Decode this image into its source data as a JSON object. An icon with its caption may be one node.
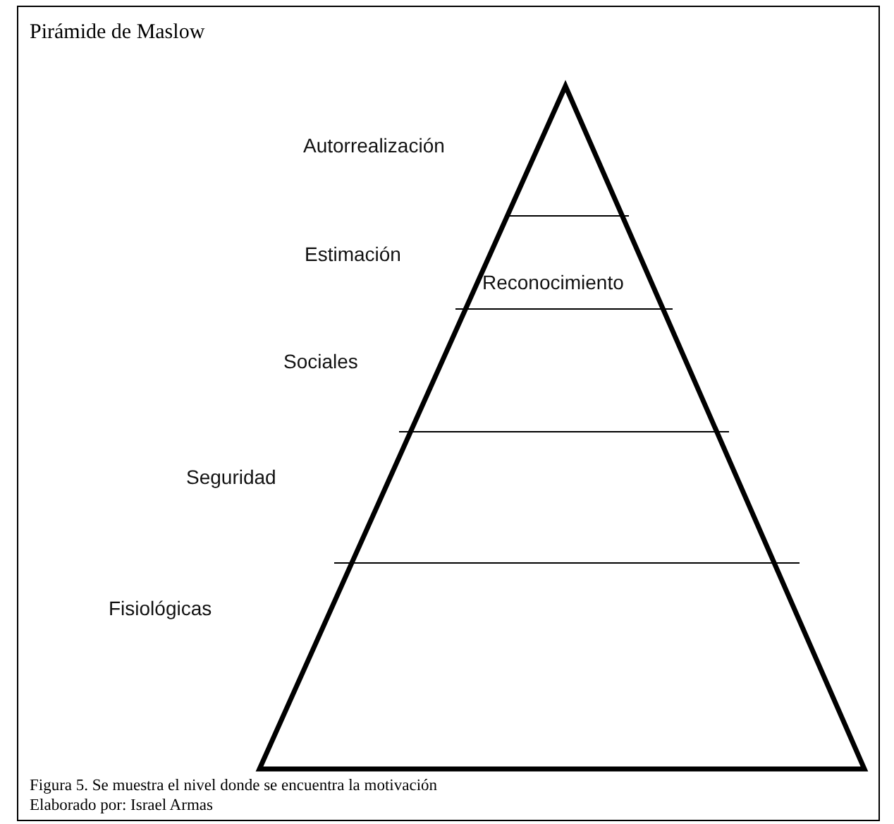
{
  "diagram": {
    "title": "Pirámide de Maslow",
    "caption": "Figura 5. Se muestra el nivel donde se encuentra la motivación",
    "labels": [
      "Autorrealización",
      "Estimación",
      "Reconocimiento",
      "Sociales",
      "Seguridad",
      "Fisiológicas",
      "Elaborado por: Israel Armas"
    ]
  }
}
